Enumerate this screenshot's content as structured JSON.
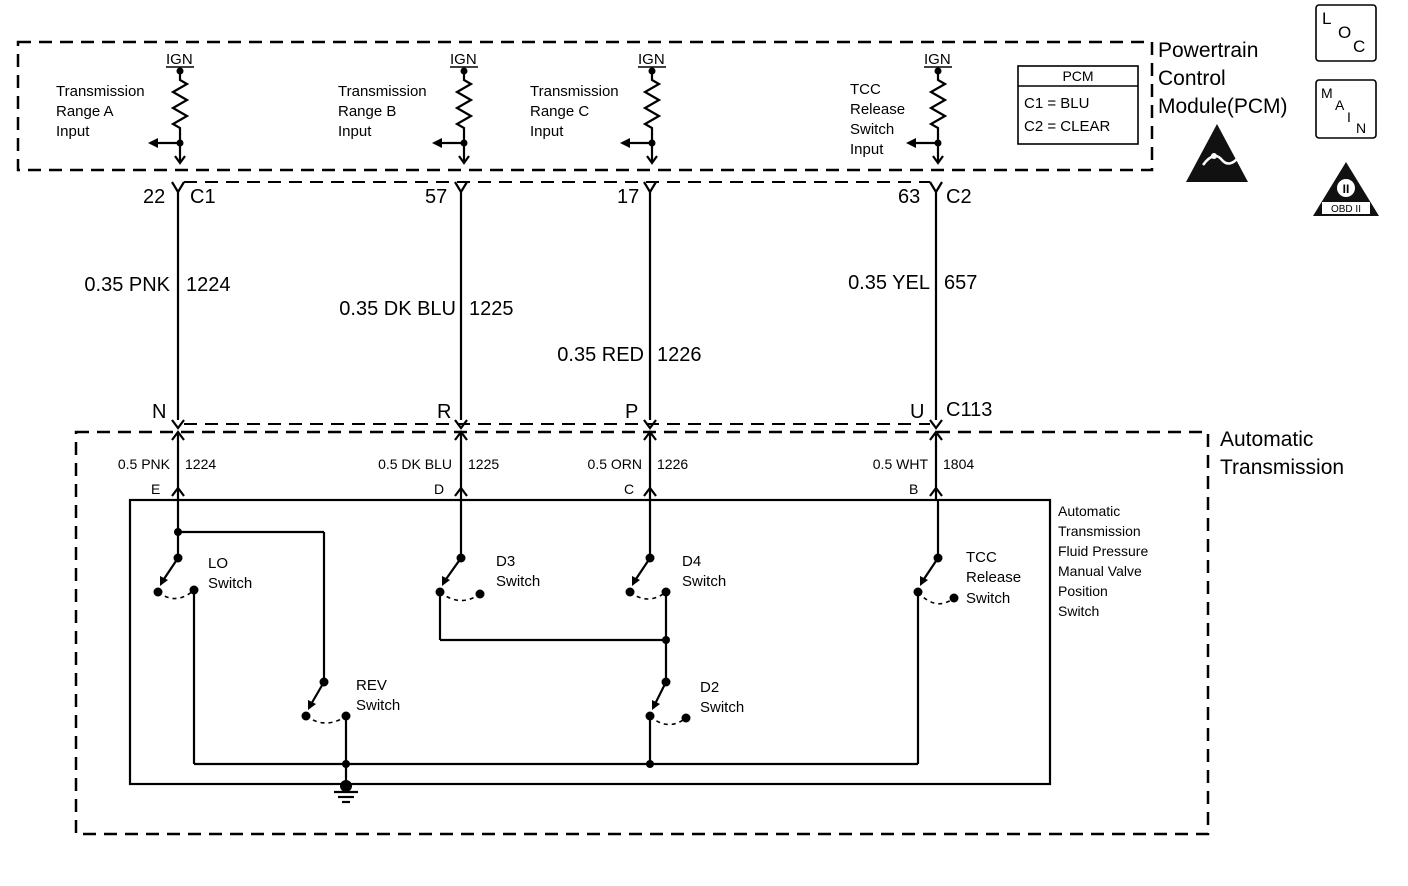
{
  "pcm": {
    "title_line1": "Powertrain",
    "title_line2": "Control",
    "title_line3": "Module(PCM)",
    "legend_header": "PCM",
    "legend_c1": "C1 = BLU",
    "legend_c2": "C2 = CLEAR",
    "inputs": [
      {
        "lines": [
          "Transmission",
          "Range A",
          "Input"
        ],
        "ign": "IGN"
      },
      {
        "lines": [
          "Transmission",
          "Range B",
          "Input"
        ],
        "ign": "IGN"
      },
      {
        "lines": [
          "Transmission",
          "Range C",
          "Input"
        ],
        "ign": "IGN"
      },
      {
        "lines": [
          "TCC",
          "Release",
          "Switch",
          "Input"
        ],
        "ign": "IGN"
      }
    ]
  },
  "badges": {
    "loc": [
      "L",
      "O",
      "C"
    ],
    "main": [
      "M",
      "A",
      "I",
      "N"
    ],
    "obd": "OBD II",
    "obd_symbol": "II"
  },
  "pcm_pins": [
    {
      "pin": "22",
      "conn": "C1"
    },
    {
      "pin": "57",
      "conn": ""
    },
    {
      "pin": "17",
      "conn": ""
    },
    {
      "pin": "63",
      "conn": "C2"
    }
  ],
  "upper_wires": [
    {
      "gauge_color": "0.35 PNK",
      "circuit": "1224"
    },
    {
      "gauge_color": "0.35 DK BLU",
      "circuit": "1225"
    },
    {
      "gauge_color": "0.35 RED",
      "circuit": "1226"
    },
    {
      "gauge_color": "0.35 YEL",
      "circuit": "657"
    }
  ],
  "c113": {
    "label": "C113",
    "pins": [
      "N",
      "R",
      "P",
      "U"
    ]
  },
  "transmission": {
    "title_line1": "Automatic",
    "title_line2": "Transmission",
    "lower_wires": [
      {
        "gauge_color": "0.5 PNK",
        "circuit": "1224",
        "pin": "E"
      },
      {
        "gauge_color": "0.5 DK BLU",
        "circuit": "1225",
        "pin": "D"
      },
      {
        "gauge_color": "0.5 ORN",
        "circuit": "1226",
        "pin": "C"
      },
      {
        "gauge_color": "0.5 WHT",
        "circuit": "1804",
        "pin": "B"
      }
    ],
    "switch_assembly": [
      "Automatic",
      "Transmission",
      "Fluid Pressure",
      "Manual Valve",
      "Position",
      "Switch"
    ],
    "switches": {
      "lo": [
        "LO",
        "Switch"
      ],
      "rev": [
        "REV",
        "Switch"
      ],
      "d3": [
        "D3",
        "Switch"
      ],
      "d4": [
        "D4",
        "Switch"
      ],
      "d2": [
        "D2",
        "Switch"
      ],
      "tcc": [
        "TCC",
        "Release",
        "Switch"
      ]
    }
  }
}
